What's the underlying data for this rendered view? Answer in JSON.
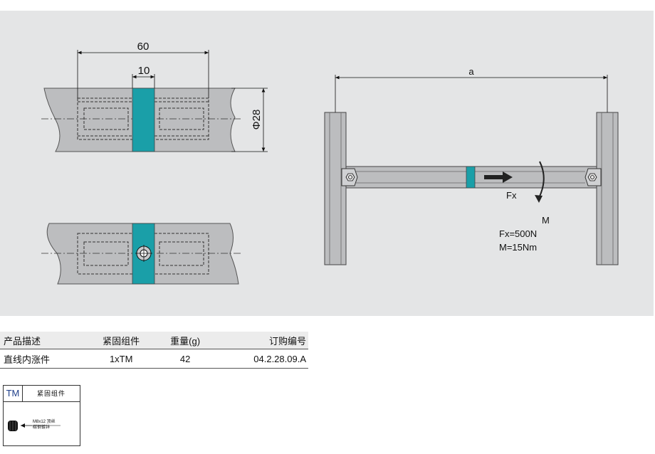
{
  "drawing": {
    "dim_overall_width": "60",
    "dim_slot_width": "10",
    "dim_diameter": "Φ28",
    "dim_span": "a",
    "label_force": "Fx",
    "label_moment": "M",
    "load_force": "Fx=500N",
    "load_moment": "M=15Nm",
    "colors": {
      "connector": "#1a9fa8",
      "profile": "#bcbdbf",
      "background": "#e4e5e6"
    }
  },
  "table": {
    "headers": [
      "产品描述",
      "紧固组件",
      "重量(g)",
      "订购编号"
    ],
    "rows": [
      [
        "直线内涨件",
        "1xTM",
        "42",
        "04.2.28.09.A"
      ]
    ]
  },
  "component": {
    "code": "TM",
    "title": "紧固组件",
    "part_line1": "M8x12 顶丝",
    "part_line2": "碳钢镀锌"
  }
}
